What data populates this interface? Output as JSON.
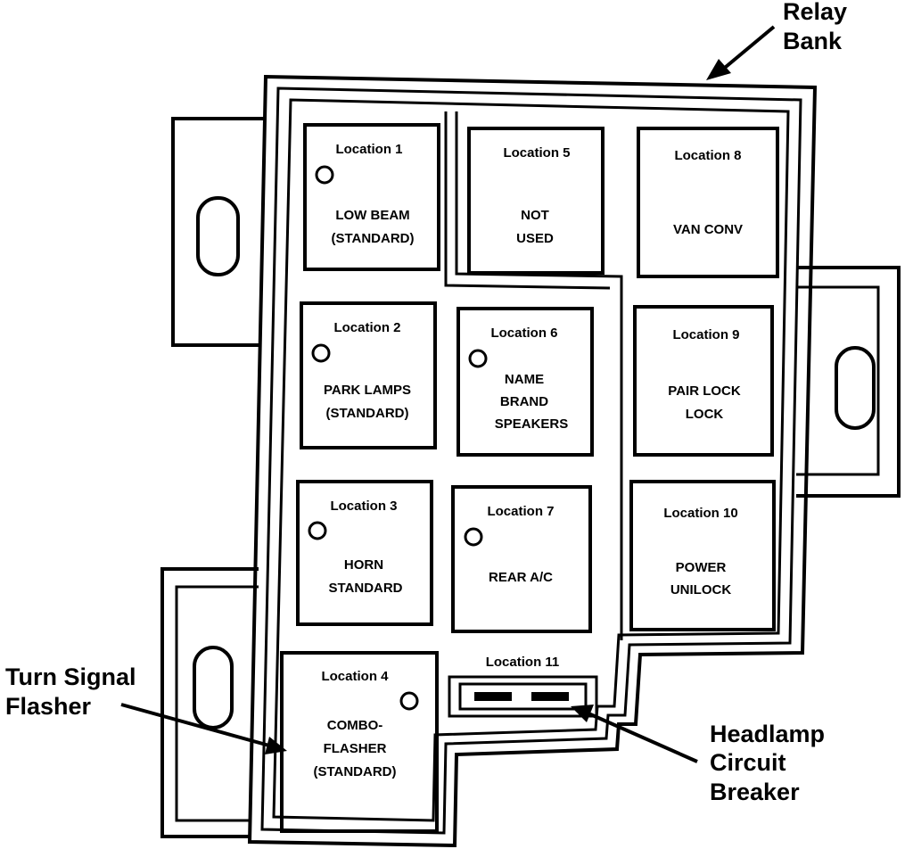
{
  "callouts": {
    "relay_bank": [
      "Relay",
      "Bank"
    ],
    "turn_signal_flasher": [
      "Turn Signal",
      "Flasher"
    ],
    "headlamp_circuit_breaker": [
      "Headlamp",
      "Circuit",
      "Breaker"
    ]
  },
  "relays": [
    {
      "title": "Location 1",
      "lines": [
        "LOW BEAM",
        "(STANDARD)"
      ]
    },
    {
      "title": "Location 2",
      "lines": [
        "PARK LAMPS",
        "(STANDARD)"
      ]
    },
    {
      "title": "Location 3",
      "lines": [
        "HORN",
        "STANDARD"
      ]
    },
    {
      "title": "Location 4",
      "lines": [
        "COMBO-",
        "FLASHER",
        "(STANDARD)"
      ]
    },
    {
      "title": "Location 5",
      "lines": [
        "NOT",
        "USED"
      ]
    },
    {
      "title": "Location 6",
      "lines": [
        "NAME",
        "BRAND",
        "SPEAKERS"
      ]
    },
    {
      "title": "Location 7",
      "lines": [
        "REAR A/C"
      ]
    },
    {
      "title": "Location 8",
      "lines": [
        "VAN CONV"
      ]
    },
    {
      "title": "Location 9",
      "lines": [
        "PAIR LOCK",
        "LOCK"
      ]
    },
    {
      "title": "Location 10",
      "lines": [
        "POWER",
        "UNILOCK"
      ]
    },
    {
      "title": "Location 11",
      "lines": []
    }
  ]
}
